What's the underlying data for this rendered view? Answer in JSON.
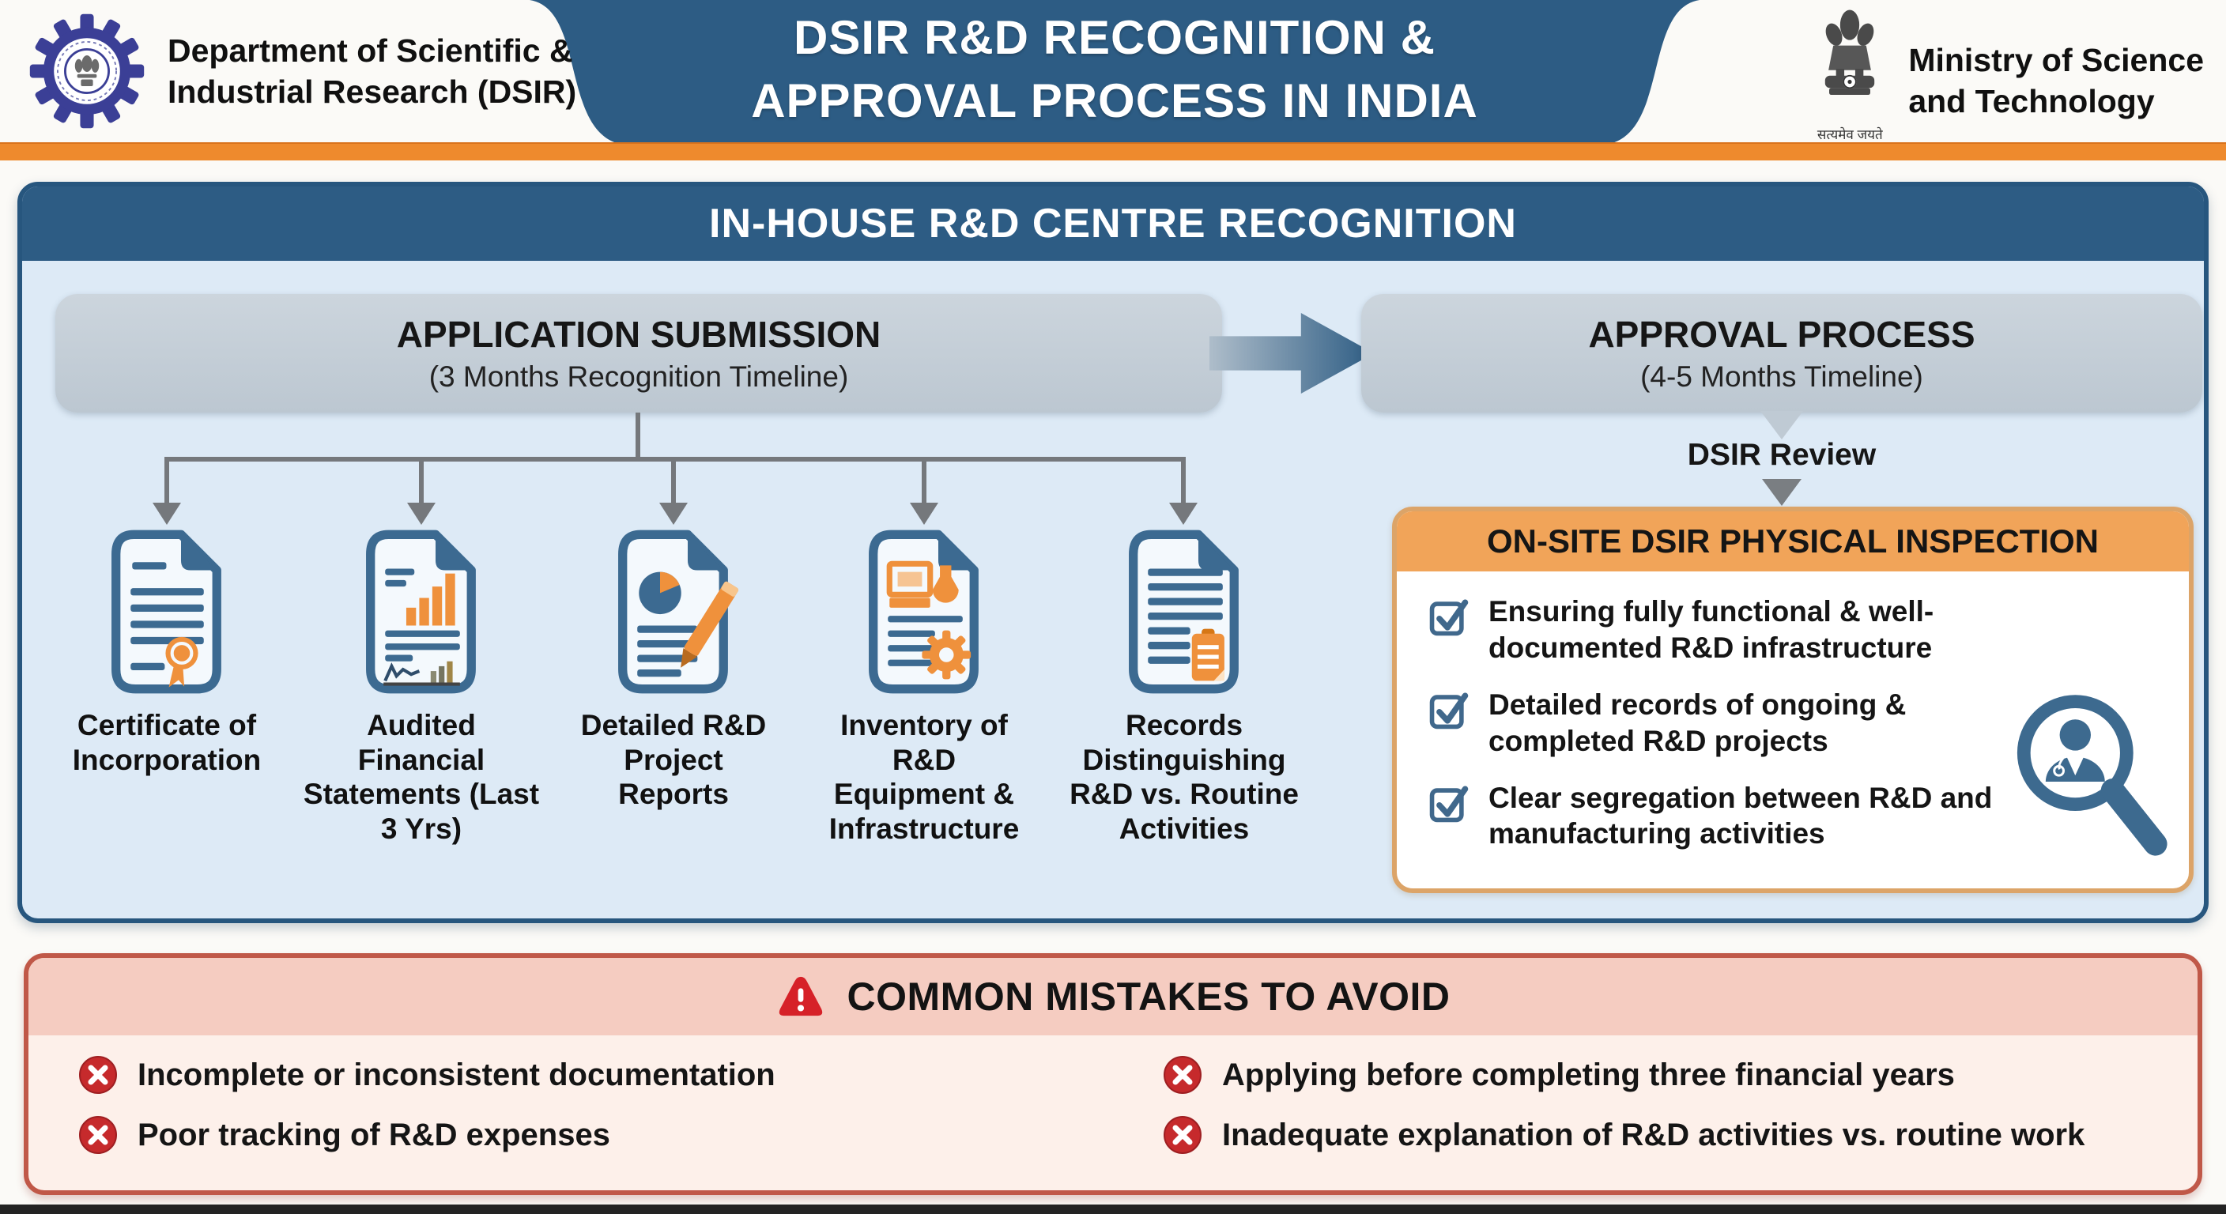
{
  "header": {
    "left_org": {
      "line1": "Department of Scientific &",
      "line2": "Industrial Research (DSIR)"
    },
    "banner": {
      "line1": "DSIR R&D RECOGNITION &",
      "line2": "APPROVAL PROCESS IN INDIA"
    },
    "right_org": {
      "line1": "Ministry of Science",
      "line2": "and Technology",
      "emblem_caption": "सत्यमेव जयते"
    }
  },
  "recognition_panel": {
    "title": "IN-HOUSE R&D CENTRE RECOGNITION",
    "application_box": {
      "title": "APPLICATION SUBMISSION",
      "subtitle": "(3 Months Recognition Timeline)"
    },
    "approval_box": {
      "title": "APPROVAL PROCESS",
      "subtitle": "(4-5 Months Timeline)"
    },
    "review_label": "DSIR Review",
    "documents": [
      {
        "label": "Certificate of Incorporation",
        "icon": "certificate-seal-document-icon"
      },
      {
        "label": "Audited Financial Statements (Last 3 Yrs)",
        "icon": "bar-chart-document-icon"
      },
      {
        "label": "Detailed R&D Project Reports",
        "icon": "pie-chart-pencil-document-icon"
      },
      {
        "label": "Inventory of R&D Equipment & Infrastructure",
        "icon": "equipment-gear-document-icon"
      },
      {
        "label": "Records Distinguishing R&D vs. Routine Activities",
        "icon": "clipboard-notes-document-icon"
      }
    ],
    "inspection_box": {
      "title": "ON-SITE DSIR PHYSICAL INSPECTION",
      "icon": "inspector-magnifier-icon",
      "checklist": [
        "Ensuring fully functional & well-documented R&D infrastructure",
        "Detailed records of ongoing & completed R&D projects",
        "Clear segregation between R&D and manufacturing activities"
      ]
    }
  },
  "mistakes_panel": {
    "title": "COMMON MISTAKES TO AVOID",
    "icon": "warning-triangle-icon",
    "left_items": [
      "Incomplete or inconsistent documentation",
      "Poor tracking of R&D expenses"
    ],
    "right_items": [
      "Applying before completing three financial years",
      "Inadequate explanation of R&D activities vs. routine work"
    ]
  },
  "colors": {
    "banner_blue": "#2d5c84",
    "accent_orange": "#ee8a2d",
    "panel_background": "#ddeaf6",
    "process_box_gray": "#c3ced8",
    "document_blue": "#3c6a91",
    "document_accent_orange": "#ef913c",
    "inspection_header_orange": "#f1a459",
    "inspection_border_tan": "#dca468",
    "mistakes_border_red": "#c05848",
    "mistakes_header_pink": "#f5ccc1",
    "error_red": "#c62a2c",
    "connector_gray": "#75787c"
  }
}
